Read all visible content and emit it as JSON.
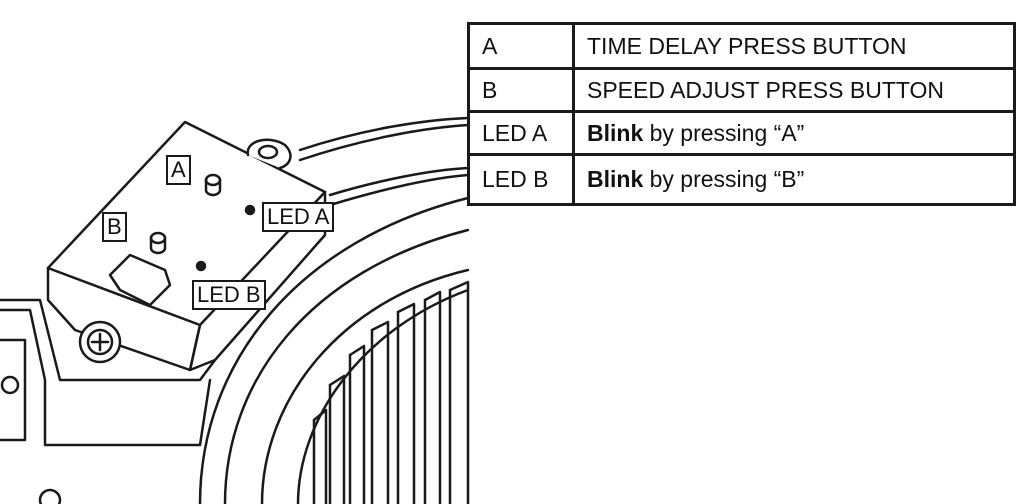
{
  "legend_table": {
    "rows": [
      {
        "key": "A",
        "desc_bold": "",
        "desc": "TIME DELAY PRESS BUTTON"
      },
      {
        "key": "B",
        "desc_bold": "",
        "desc": "SPEED ADJUST PRESS BUTTON"
      },
      {
        "key": "LED A",
        "desc_bold": "Blink",
        "desc": " by pressing “A”"
      },
      {
        "key": "LED B",
        "desc_bold": "Blink",
        "desc": " by pressing “B”"
      }
    ]
  },
  "callouts": {
    "button_a": "A",
    "button_b": "B",
    "led_a": "LED A",
    "led_b": "LED B"
  }
}
